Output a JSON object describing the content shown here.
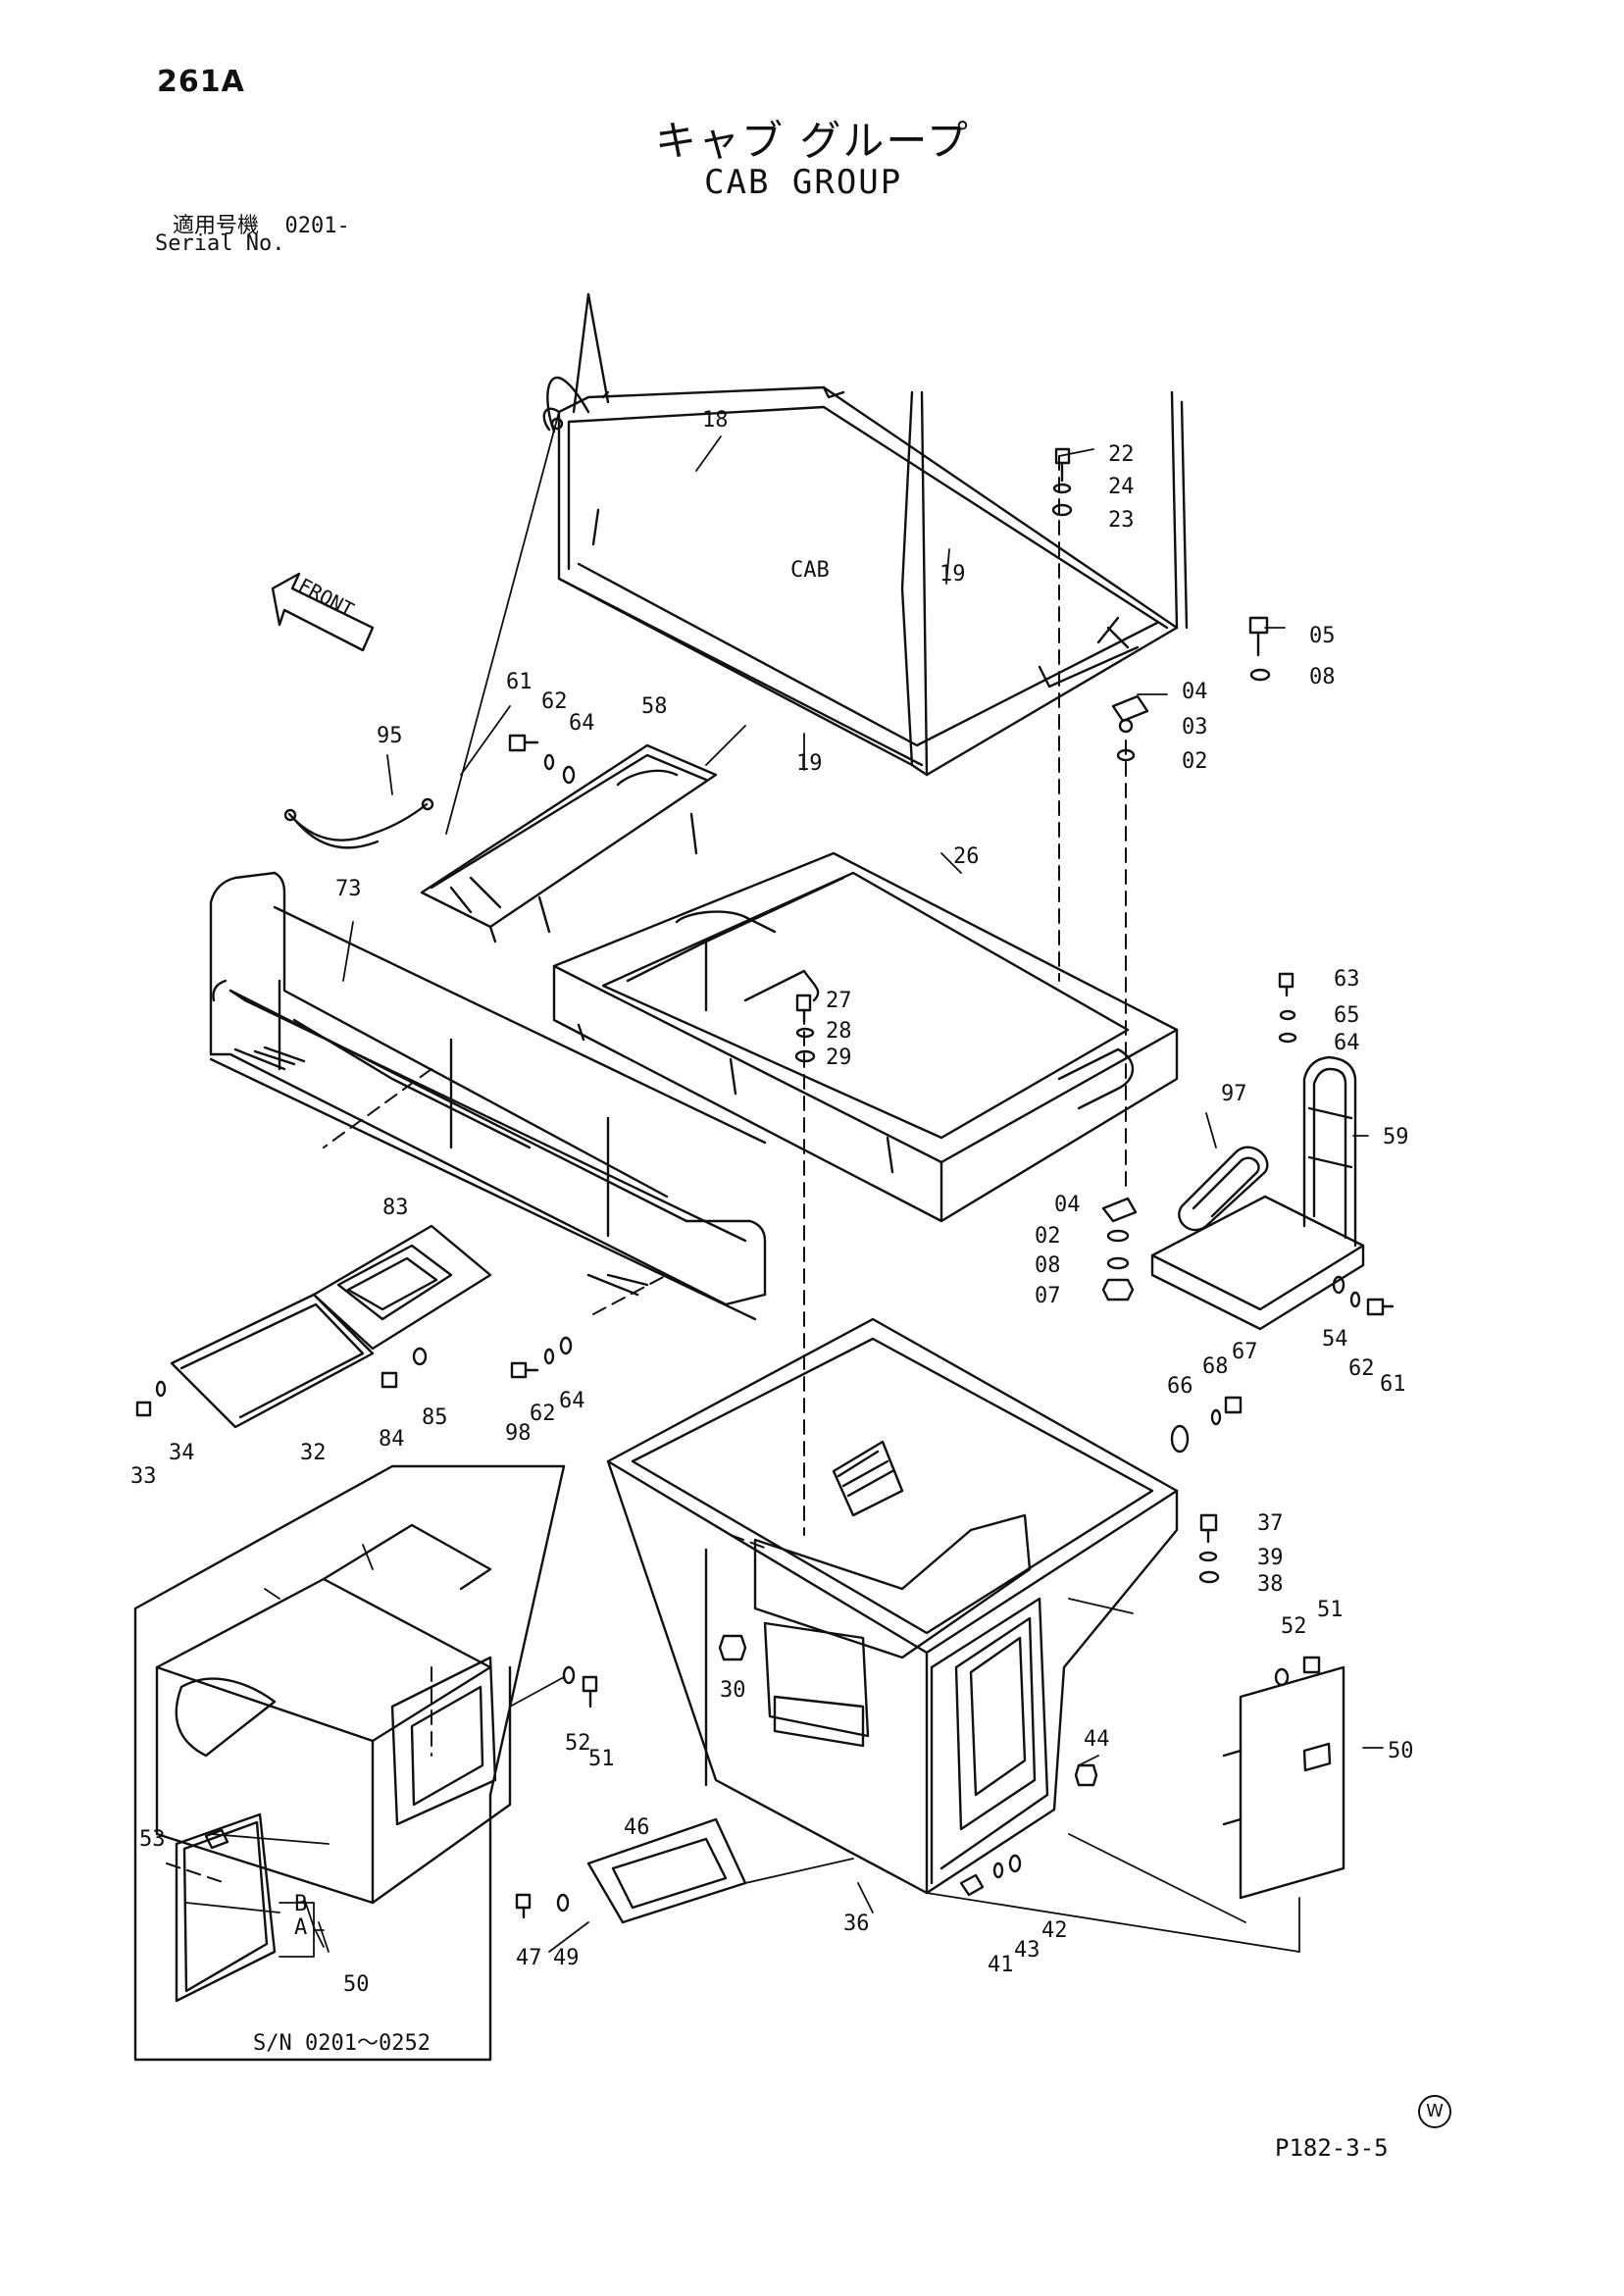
{
  "header": {
    "page_number": "261A",
    "title_jp": "キャブ グループ",
    "title_en": "CAB GROUP",
    "serial_label_jp": "適用号機",
    "serial_value": "0201-",
    "serial_label_en": "Serial No."
  },
  "diagram": {
    "cab_label": "CAB",
    "front_label": "FRONT",
    "part_labels": [
      "18",
      "19",
      "19",
      "22",
      "24",
      "23",
      "05",
      "08",
      "04",
      "03",
      "02",
      "95",
      "61",
      "62",
      "64",
      "58",
      "73",
      "26",
      "27",
      "28",
      "29",
      "63",
      "65",
      "64",
      "97",
      "59",
      "04",
      "02",
      "08",
      "07",
      "54",
      "62",
      "61",
      "83",
      "32",
      "33",
      "34",
      "84",
      "85",
      "98",
      "62",
      "64",
      "66",
      "68",
      "67",
      "37",
      "39",
      "38",
      "30",
      "44",
      "52",
      "51",
      "50",
      "36",
      "41",
      "43",
      "42",
      "46",
      "47",
      "49",
      "53",
      "B",
      "A",
      "50",
      "52",
      "51"
    ],
    "sn_range": "S/N 0201～0252"
  },
  "footer": {
    "figure_code": "P182-3-5",
    "mark": "W"
  }
}
